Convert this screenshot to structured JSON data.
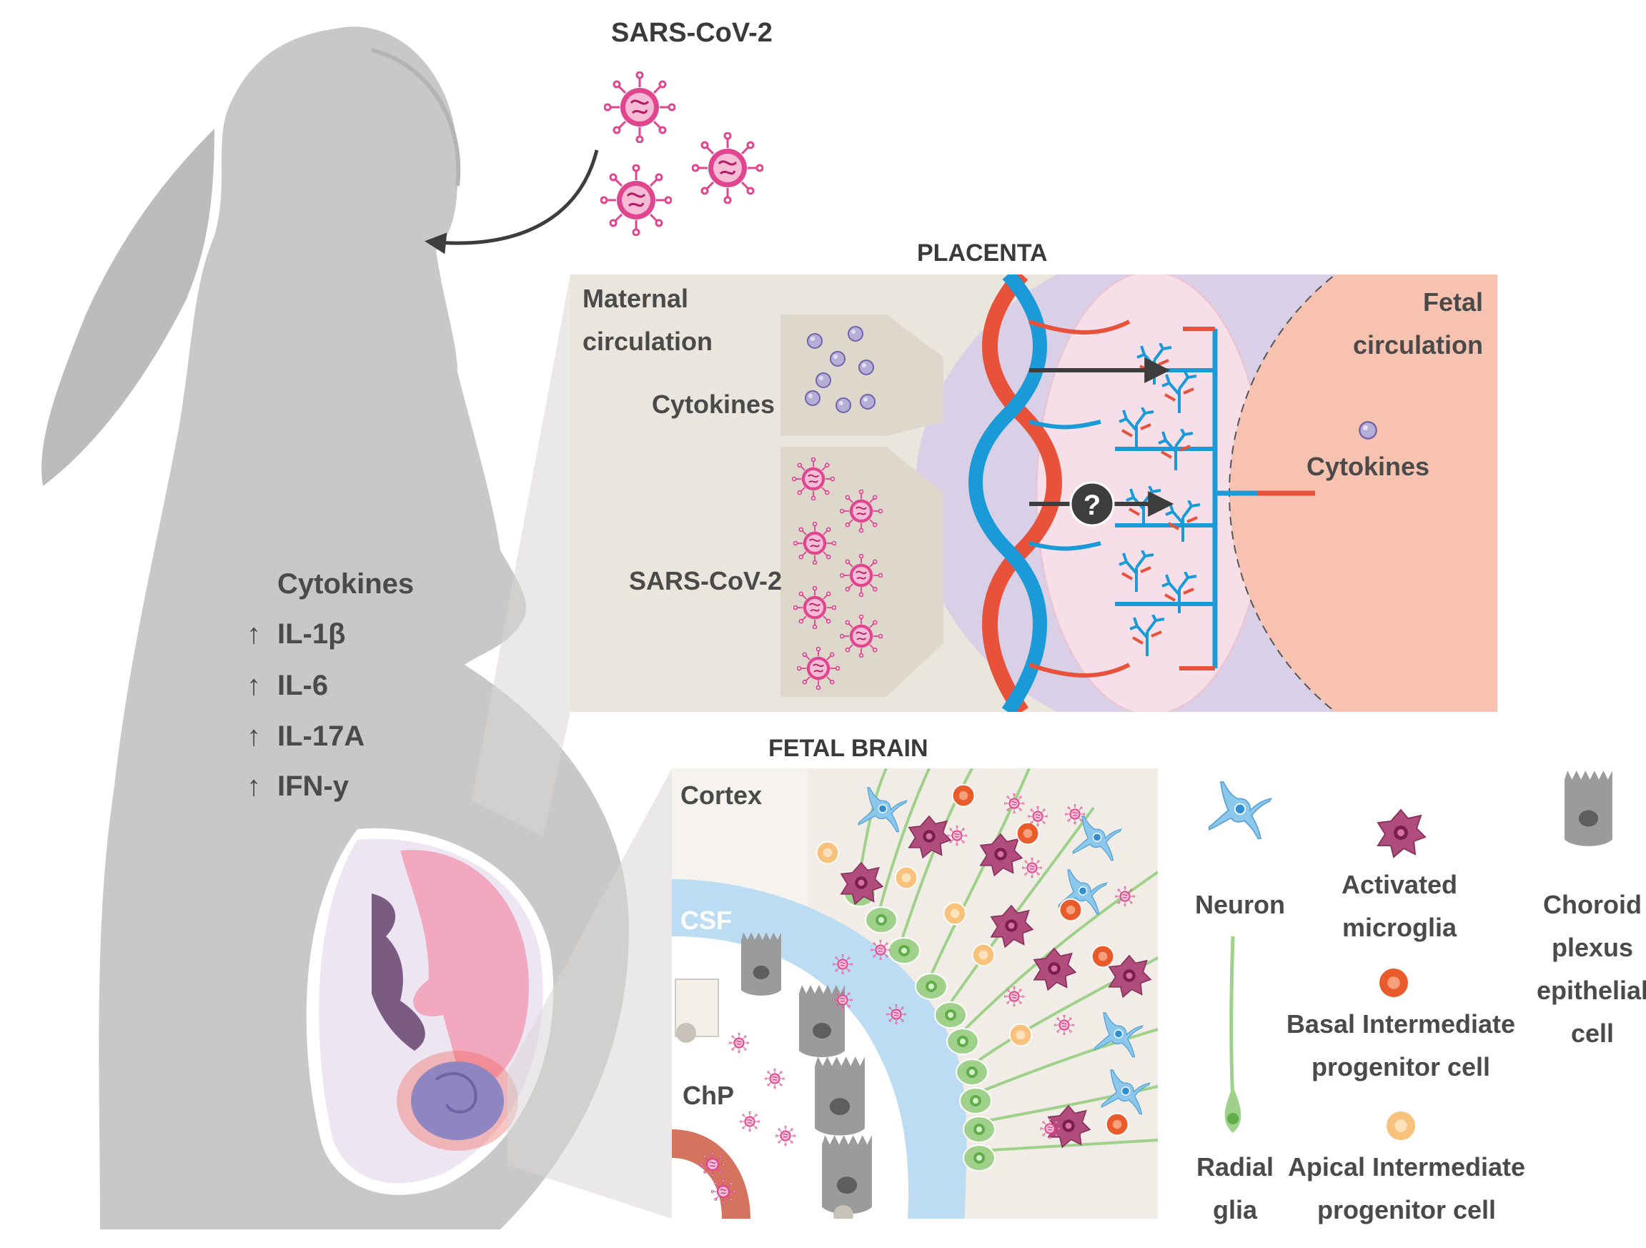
{
  "top": {
    "virus_label": "SARS-CoV-2"
  },
  "mother": {
    "cytokines_title": "Cytokines",
    "cytokines": [
      {
        "arrow": "↑",
        "name": "IL-1β"
      },
      {
        "arrow": "↑",
        "name": "IL-6"
      },
      {
        "arrow": "↑",
        "name": "IL-17A"
      },
      {
        "arrow": "↑",
        "name": "IFN-y"
      }
    ]
  },
  "placenta": {
    "title": "PLACENTA",
    "maternal_circulation": [
      "Maternal",
      "circulation"
    ],
    "fetal_circulation": [
      "Fetal",
      "circulation"
    ],
    "cytokines_label": "Cytokines",
    "virus_label": "SARS-CoV-2",
    "fetal_cytokines_label": "Cytokines",
    "question_mark": "?"
  },
  "brain": {
    "title": "FETAL BRAIN",
    "cortex_label": "Cortex",
    "csf_label": "CSF",
    "chp_label": "ChP"
  },
  "legend": {
    "neuron": [
      "Neuron"
    ],
    "microglia": [
      "Activated",
      "microglia"
    ],
    "choroid": [
      "Choroid",
      "plexus",
      "epithelial",
      "cell"
    ],
    "basal": [
      "Basal Intermediate",
      "progenitor cell"
    ],
    "radial": [
      "Radial",
      "glia"
    ],
    "apical": [
      "Apical Intermediate",
      "progenitor cell"
    ]
  },
  "colors": {
    "silhouette": "#c9c8c8",
    "virus": "#e0458f",
    "maternal_blood": "#e8523b",
    "fetal_blood": "#1a9bd7",
    "fetal_region": "#f7c3b0",
    "placenta_villus": "#f6dfe8",
    "lavender": "#d9cfe7",
    "csf": "#bcdcf3",
    "radial_glia": "#9fd18b",
    "neuron": "#8cc7ec",
    "microglia": "#b04d7d",
    "basal_ipc": "#ea5b2b",
    "apical_ipc": "#f8c17c"
  }
}
